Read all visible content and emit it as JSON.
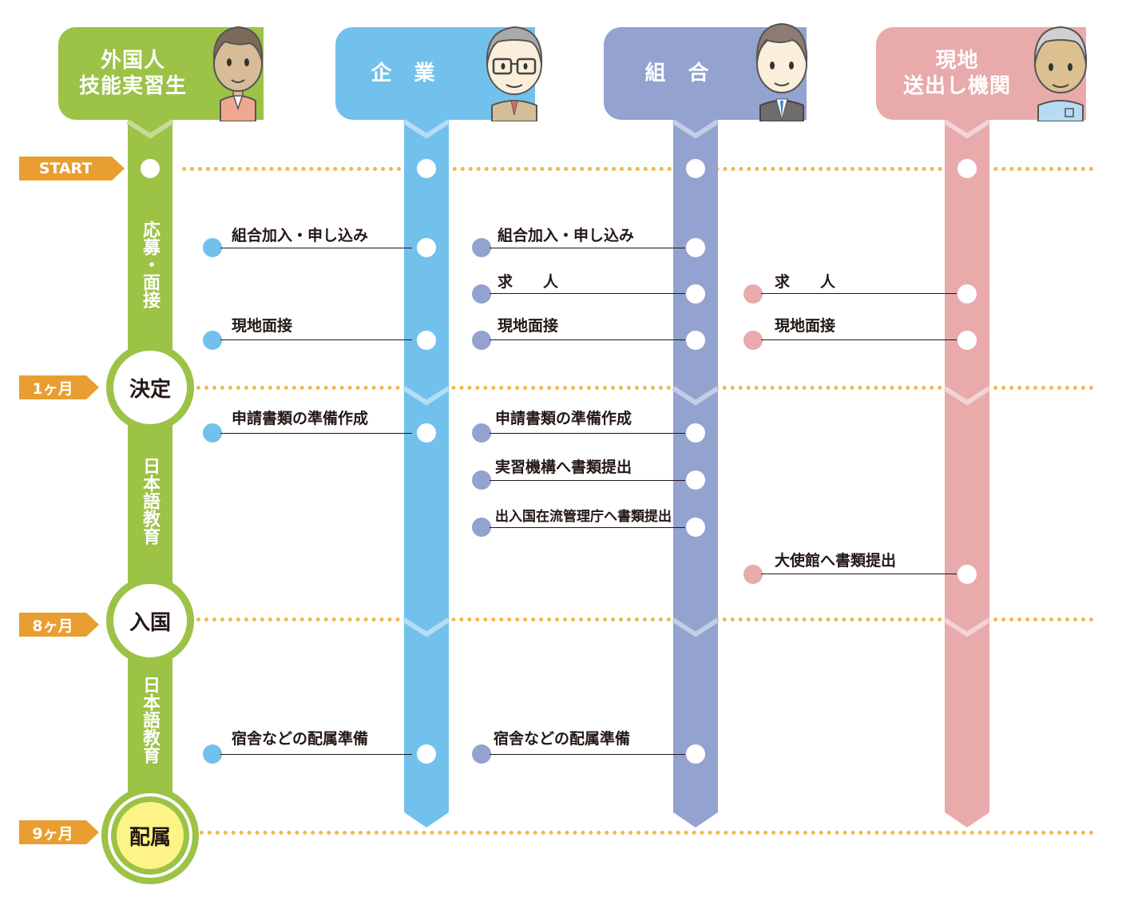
{
  "columns": [
    {
      "id": "trainee",
      "title": "外国人\n技能実習生",
      "color": "#9cc246",
      "chevron_color": "#c5dc95",
      "avatar": "young-man-avatar"
    },
    {
      "id": "company",
      "title": "企　業",
      "color": "#72c1ec",
      "chevron_color": "#b4def4",
      "avatar": "older-man-glasses-avatar"
    },
    {
      "id": "union",
      "title": "組　合",
      "color": "#93a2cf",
      "chevron_color": "#c4cde6",
      "avatar": "businessman-avatar"
    },
    {
      "id": "sending",
      "title": "現地\n送出し機関",
      "color": "#e8aaab",
      "chevron_color": "#f3d3d3",
      "avatar": "elderly-man-avatar"
    }
  ],
  "milestones": [
    {
      "tag": "START",
      "stage": ""
    },
    {
      "tag": "1ヶ月",
      "stage": "決定"
    },
    {
      "tag": "8ヶ月",
      "stage": "入国"
    },
    {
      "tag": "9ヶ月",
      "stage": "配属"
    }
  ],
  "phases": [
    "応募・面接",
    "日本語教育",
    "日本語教育"
  ],
  "events": {
    "trainee_to_company": [
      {
        "label": "組合加入・申し込み"
      },
      {
        "label": "現地面接"
      },
      {
        "label": "申請書類の準備作成"
      },
      {
        "label": "宿舎などの配属準備"
      }
    ],
    "company_to_union": [
      {
        "label": "組合加入・申し込み"
      },
      {
        "label": "求　　人"
      },
      {
        "label": "現地面接"
      },
      {
        "label": "申請書類の準備作成"
      },
      {
        "label": "実習機構へ書類提出"
      },
      {
        "label": "出入国在流管理庁へ書類提出"
      },
      {
        "label": "宿舎などの配属準備"
      }
    ],
    "union_to_sending": [
      {
        "label": "求　　人"
      },
      {
        "label": "現地面接"
      },
      {
        "label": "大使館へ書類提出"
      }
    ]
  },
  "colors": {
    "timeline_dots": "#f0b84d",
    "tag_bg": "#e89e30",
    "final_stage_fill": "#fdf386",
    "text": "#231815"
  }
}
